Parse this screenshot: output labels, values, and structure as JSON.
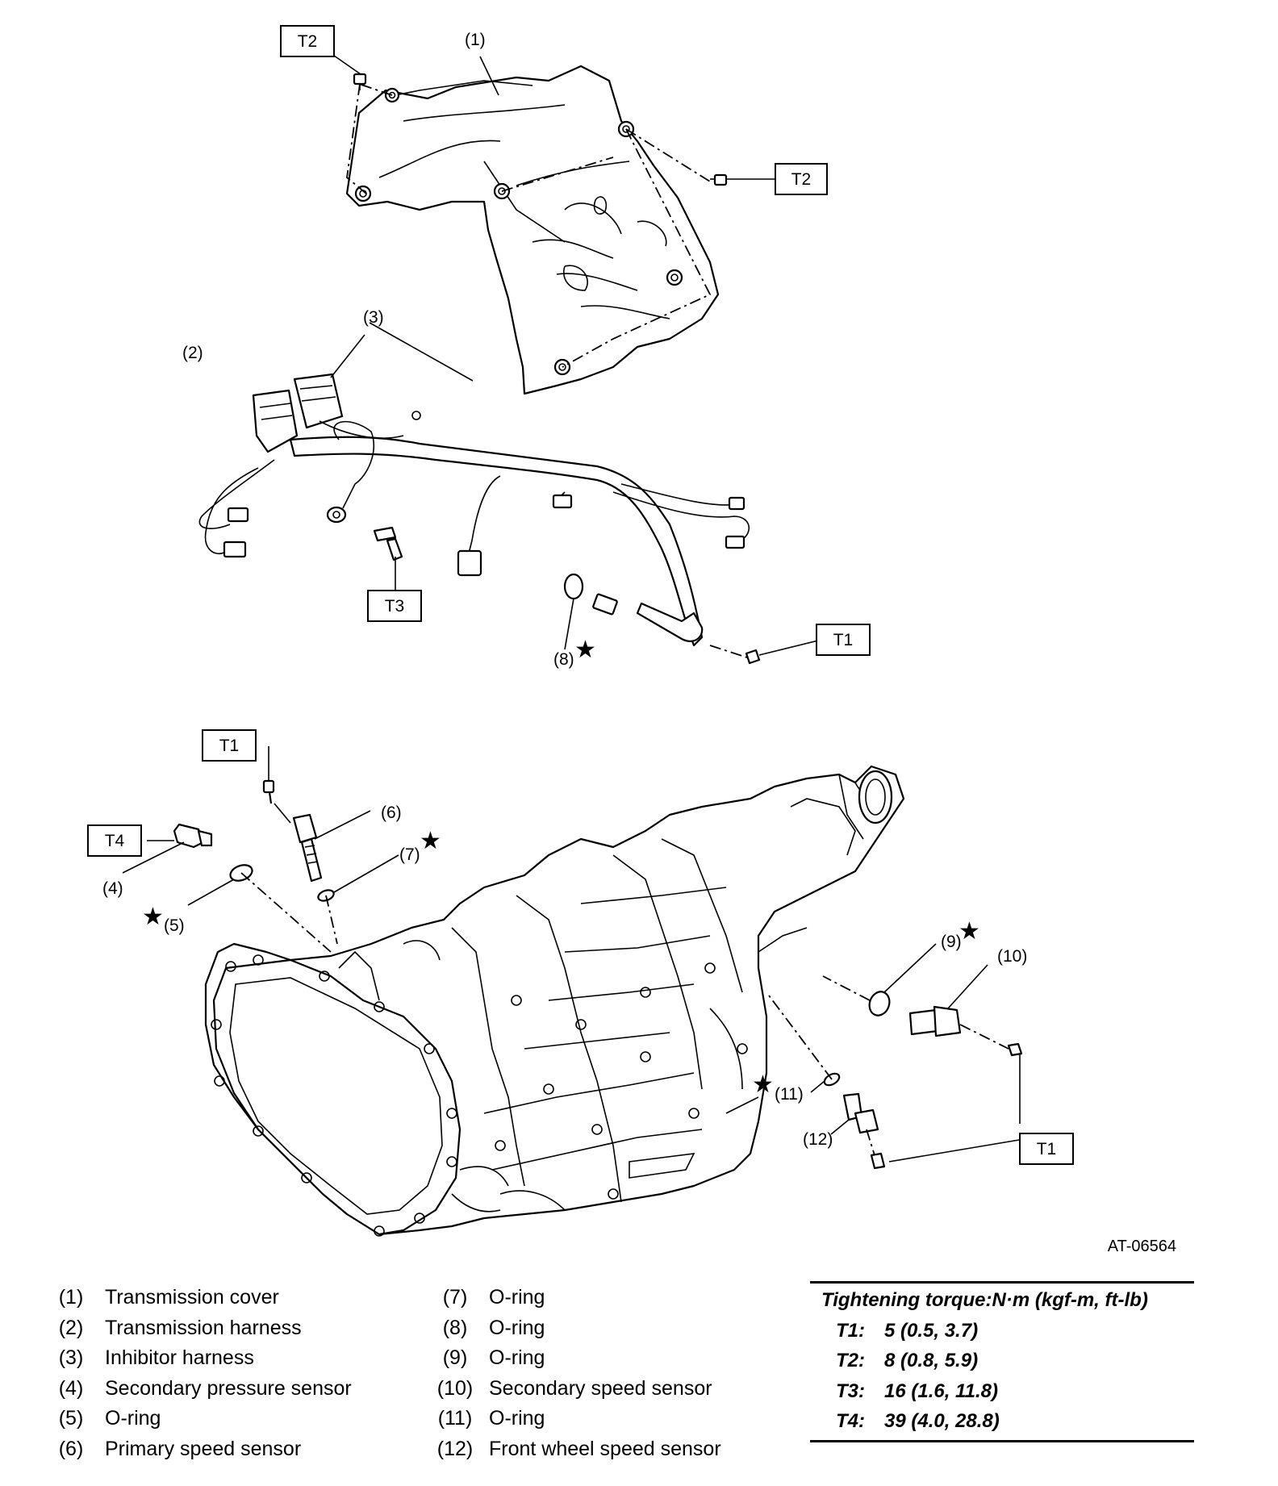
{
  "labels": {
    "p1": "(1)",
    "p2": "(2)",
    "p3": "(3)",
    "p4": "(4)",
    "p5": "(5)",
    "p6": "(6)",
    "p7": "(7)",
    "p8": "(8)",
    "p9": "(9)",
    "p10": "(10)",
    "p11": "(11)",
    "p12": "(12)"
  },
  "torque_boxes": {
    "t2_top_left": "T2",
    "t2_top_right": "T2",
    "t3": "T3",
    "t1_harness": "T1",
    "t1_primary": "T1",
    "t4": "T4",
    "t1_right": "T1"
  },
  "star_symbol": "★",
  "figure_code": "AT-06564",
  "legend_left": [
    {
      "num": "(1)",
      "name": "Transmission cover"
    },
    {
      "num": "(2)",
      "name": "Transmission harness"
    },
    {
      "num": "(3)",
      "name": "Inhibitor harness"
    },
    {
      "num": "(4)",
      "name": "Secondary pressure sensor"
    },
    {
      "num": "(5)",
      "name": "O-ring"
    },
    {
      "num": "(6)",
      "name": "Primary speed sensor"
    }
  ],
  "legend_right": [
    {
      "num": "(7)",
      "name": "O-ring"
    },
    {
      "num": "(8)",
      "name": "O-ring"
    },
    {
      "num": "(9)",
      "name": "O-ring"
    },
    {
      "num": "(10)",
      "name": "Secondary speed sensor"
    },
    {
      "num": "(11)",
      "name": "O-ring"
    },
    {
      "num": "(12)",
      "name": "Front wheel speed sensor"
    }
  ],
  "torque_table": {
    "title": "Tightening torque:N·m (kgf-m, ft-lb)",
    "rows": [
      {
        "key": "T1:",
        "value": "5 (0.5, 3.7)"
      },
      {
        "key": "T2:",
        "value": "8 (0.8, 5.9)"
      },
      {
        "key": "T3:",
        "value": "16 (1.6, 11.8)"
      },
      {
        "key": "T4:",
        "value": "39 (4.0, 28.8)"
      }
    ]
  }
}
